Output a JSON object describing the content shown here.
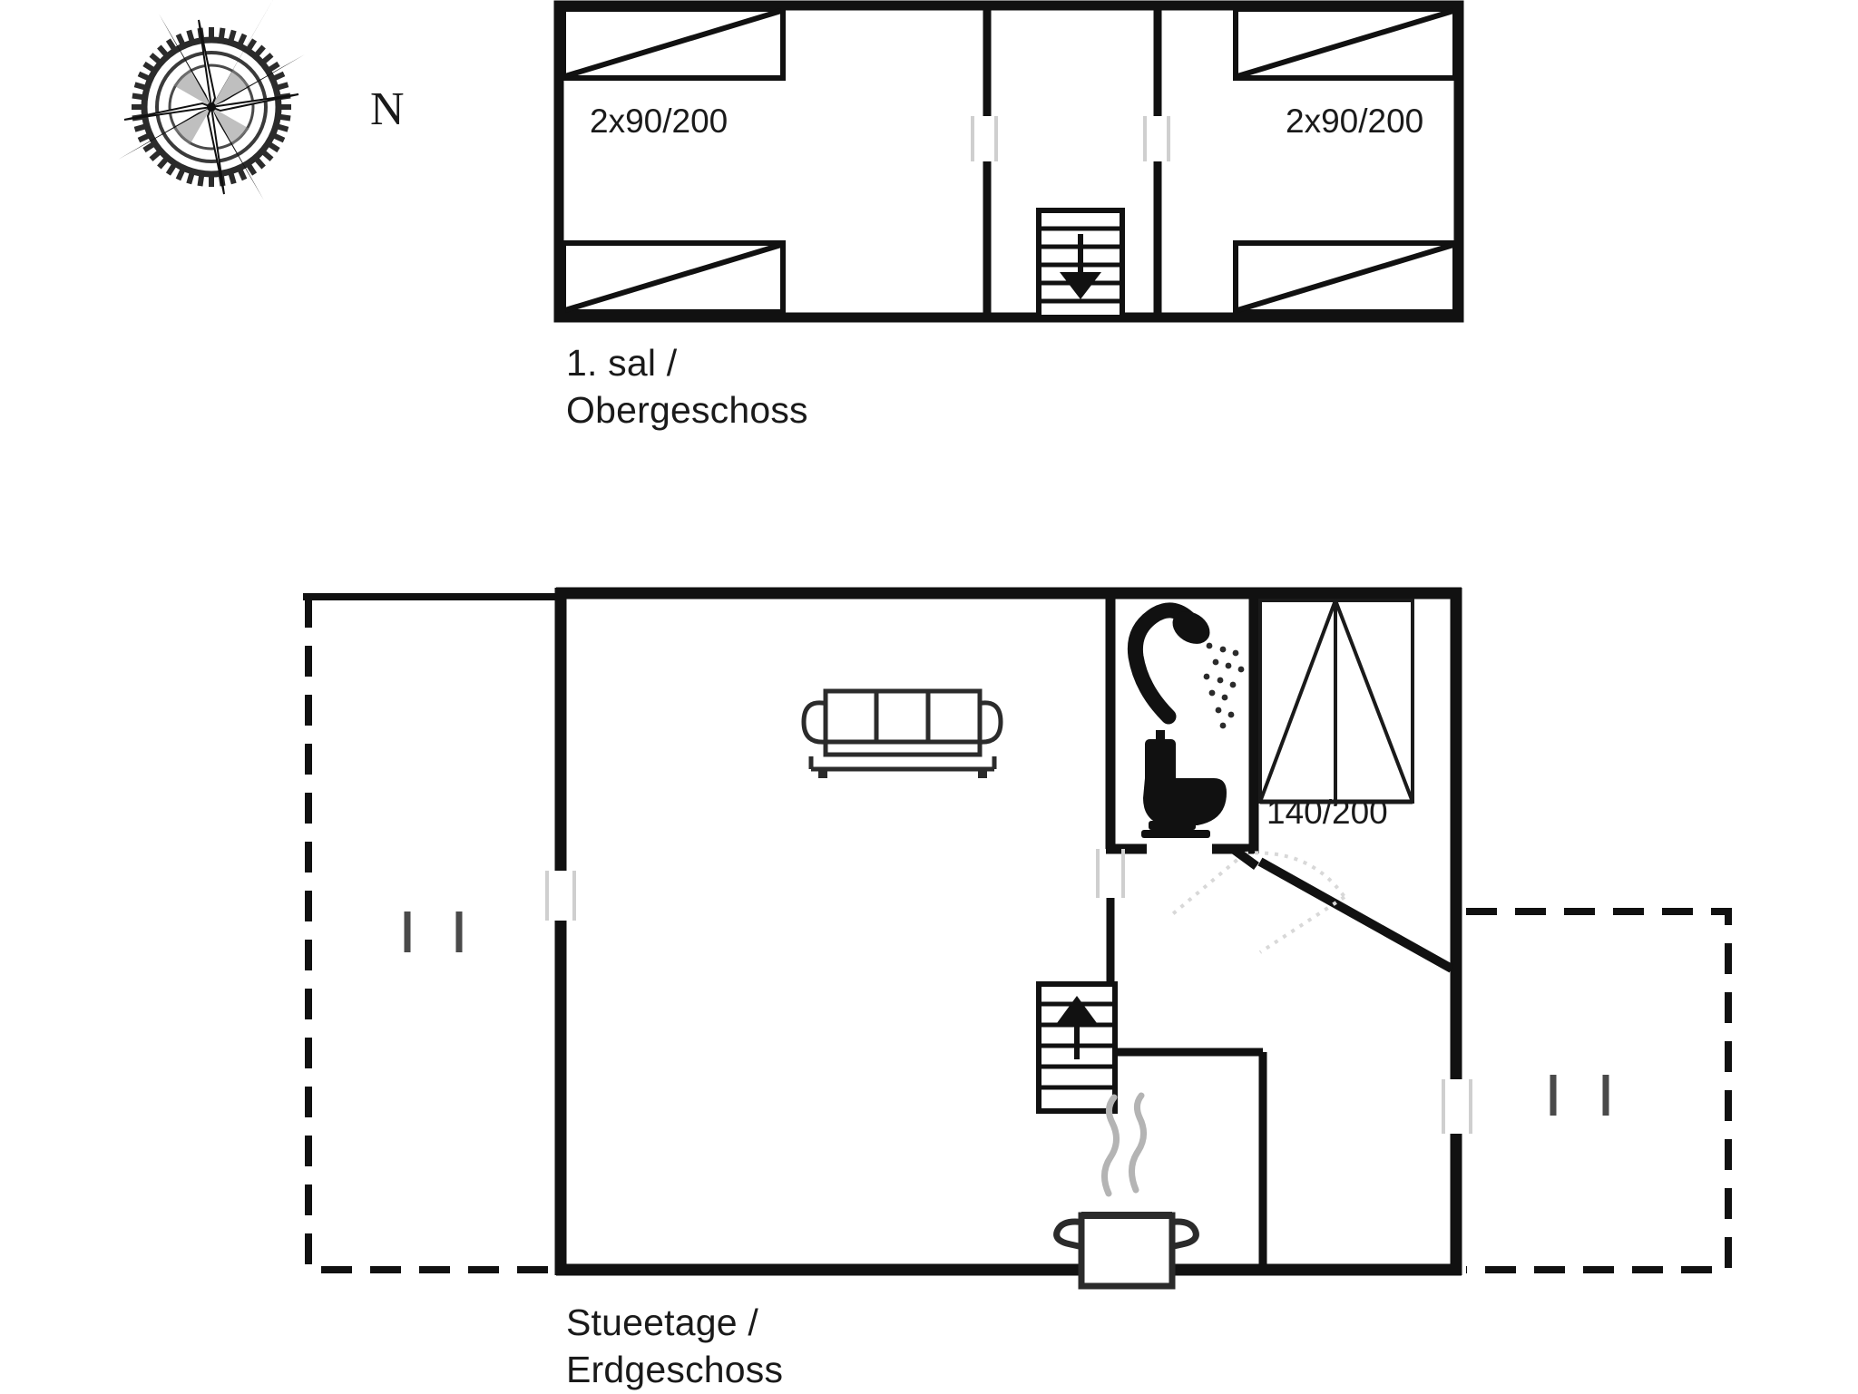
{
  "document": {
    "type": "floor-plan",
    "title": "Holiday house floor plan",
    "line_color": "#1a1a1a",
    "background": "#ffffff"
  },
  "compass": {
    "name": "compass-rose",
    "north_label": "N"
  },
  "floors": [
    {
      "id": "upper",
      "label": "1. sal /\nObergeschoss",
      "rooms": [
        {
          "name": "bedroom-left",
          "beds_label": "2x90/200",
          "bed_count": 2,
          "bed_size": "90/200"
        },
        {
          "name": "hallway-upper",
          "feature": "staircase-down"
        },
        {
          "name": "bedroom-right",
          "beds_label": "2x90/200",
          "bed_count": 2,
          "bed_size": "90/200"
        }
      ]
    },
    {
      "id": "ground",
      "label": "Stueetage /\nErdgeschoss",
      "rooms": [
        {
          "name": "terrace-left",
          "feature": "terrace-dashed"
        },
        {
          "name": "living-room",
          "feature": "sofa"
        },
        {
          "name": "bathroom",
          "features": [
            "shower",
            "toilet"
          ]
        },
        {
          "name": "bedroom-ground",
          "beds_label": "140/200",
          "bed_count": 1,
          "bed_size": "140/200"
        },
        {
          "name": "kitchen",
          "feature": "cooking-pot"
        },
        {
          "name": "hallway-ground",
          "feature": "staircase-up"
        },
        {
          "name": "terrace-right",
          "feature": "terrace-dashed"
        }
      ]
    }
  ],
  "labels": {
    "upper_floor": "1. sal /\nObergeschoss",
    "ground_floor": "Stueetage /\nErdgeschoss",
    "bed_upper_left": "2x90/200",
    "bed_upper_right": "2x90/200",
    "bed_ground": "140/200",
    "north": "N"
  }
}
